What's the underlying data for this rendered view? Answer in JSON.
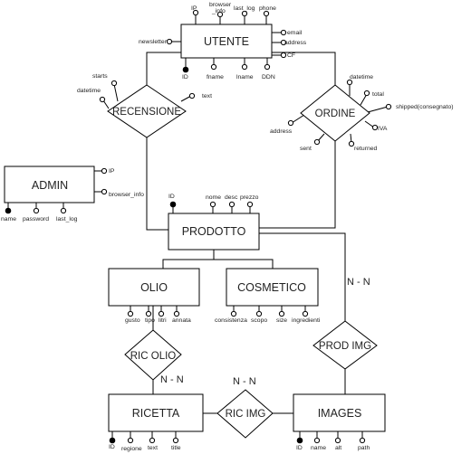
{
  "entities": {
    "utente": "UTENTE",
    "admin": "ADMIN",
    "prodotto": "PRODOTTO",
    "olio": "OLIO",
    "cosmetico": "COSMETICO",
    "ricetta": "RICETTA",
    "images": "IMAGES"
  },
  "relationships": {
    "recensione": "RECENSIONE",
    "ordine": "ORDINE",
    "ric_olio": "RIC OLIO",
    "ric_img": "RIC IMG",
    "prod_img": "PROD IMG"
  },
  "cardinalities": {
    "ric_olio": "N - N",
    "ric_img": "N - N",
    "prod_img": "N - N"
  },
  "attributes": {
    "utente": {
      "ip": "IP",
      "browser_info": "browser\n_info",
      "last_log": "last_log",
      "phone": "phone",
      "email": "email",
      "address": "address",
      "cf": "CF",
      "newsletter": "newsletter",
      "id": "ID",
      "fname": "fname",
      "lname": "lname",
      "ddn": "DDN"
    },
    "recensione": {
      "starts": "starts",
      "datetime": "datetime",
      "text": "text"
    },
    "ordine": {
      "datetime": "datetime",
      "total": "total",
      "shipped": "shipped(consegnato)",
      "iva": "IVA",
      "returned": "returned",
      "sent": "sent",
      "address": "address"
    },
    "admin": {
      "ip": "IP",
      "browser_info": "browser_info",
      "name": "name",
      "password": "password",
      "last_log": "last_log"
    },
    "prodotto": {
      "id": "ID",
      "nome": "nome",
      "desc": "desc",
      "prezzo": "prezzo"
    },
    "olio": {
      "gusto": "gusto",
      "tipo": "tipo",
      "litri": "litri",
      "annata": "annata"
    },
    "cosmetico": {
      "consistenza": "consistenza",
      "scopo": "scopo",
      "size": "size",
      "ingredienti": "ingredienti"
    },
    "ricetta": {
      "id": "ID",
      "regione": "regione",
      "text": "text",
      "title": "title"
    },
    "images": {
      "id": "ID",
      "name": "name",
      "alt": "alt",
      "path": "path"
    }
  }
}
